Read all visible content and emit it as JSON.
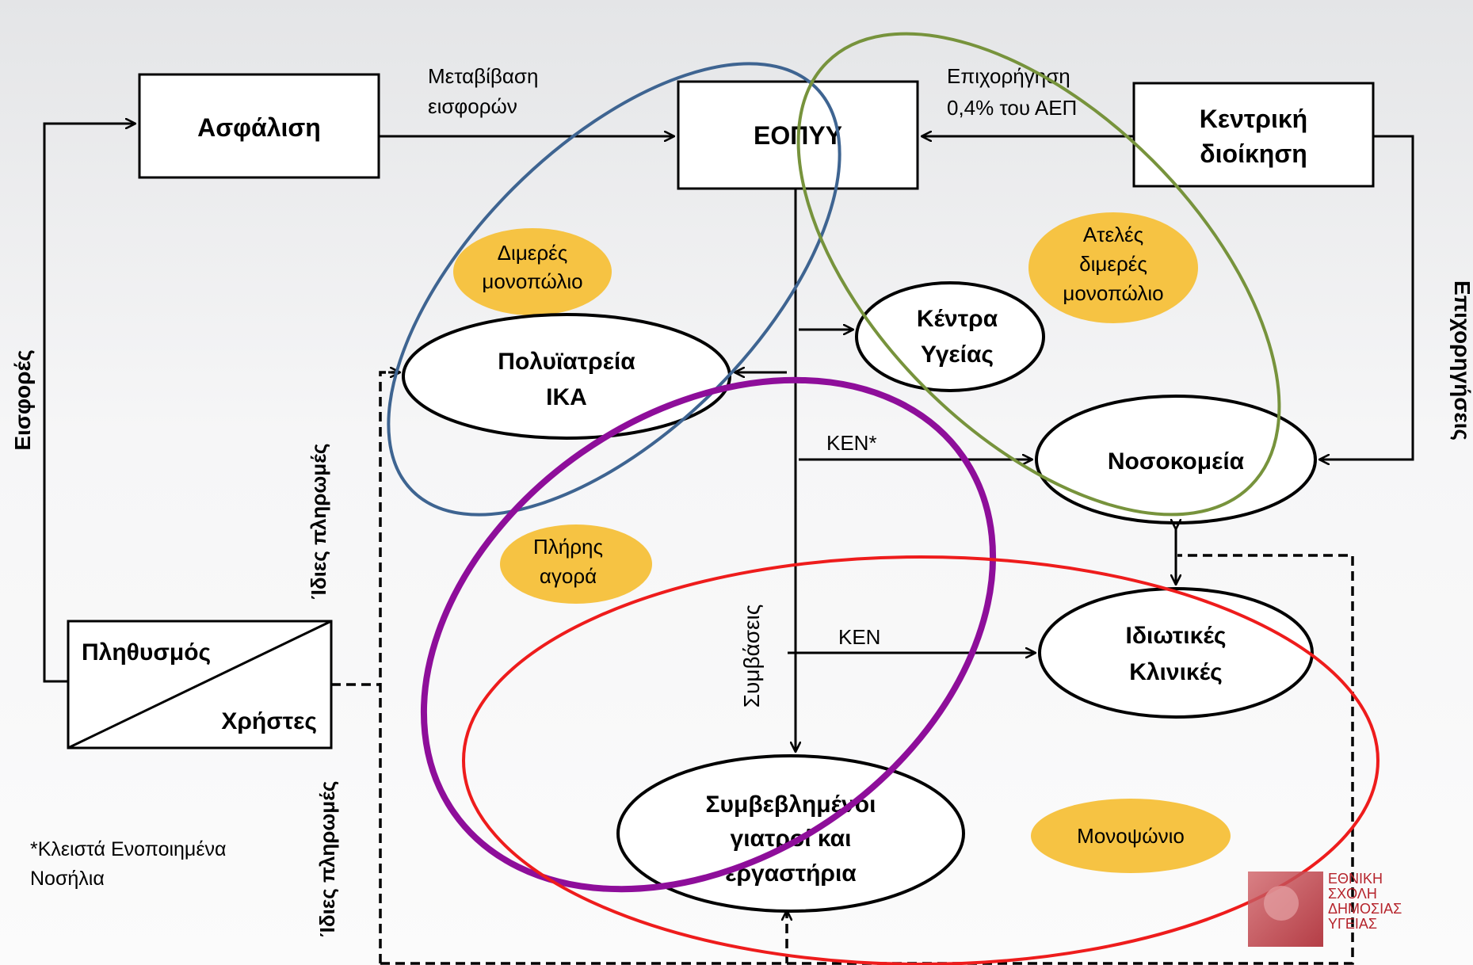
{
  "nodes": {
    "asfalisi": "Ασφάλιση",
    "eopyy": "ΕΟΠΥΥ",
    "kentriki_1": "Κεντρική",
    "kentriki_2": "διοίκηση",
    "plithysmos": "Πληθυσμός",
    "xristes": "Χρήστες",
    "polyiatreia_1": "Πολυϊατρεία",
    "polyiatreia_2": "ΙΚΑ",
    "kentra_1": "Κέντρα",
    "kentra_2": "Υγείας",
    "nosokomeia": "Νοσοκομεία",
    "idiotikes_1": "Ιδιωτικές",
    "idiotikes_2": "Κλινικές",
    "symvevl_1": "Συμβεβλημένοι",
    "symvevl_2": "γιατροί και",
    "symvevl_3": "εργαστήρια"
  },
  "edge_labels": {
    "metavivasi_1": "Μεταβίβαση",
    "metavivasi_2": "εισφορών",
    "epixorigisi_1": "Επιχορήγηση",
    "epixorigisi_2": "0,4% του ΑΕΠ",
    "eisfores": "Εισφορές",
    "epixorigiseis": "Επιχορηγήσεις",
    "idies_pliromes_top": "Ίδιες πληρωμές",
    "idies_pliromes_bottom": "Ίδιες πληρωμές",
    "symvaseis": "Συμβάσεις",
    "ken_star": "ΚΕΝ*",
    "ken": "ΚΕΝ"
  },
  "market_labels": {
    "dimeres_1": "Διμερές",
    "dimeres_2": "μονοπώλιο",
    "ateles_1": "Ατελές",
    "ateles_2": "διμερές",
    "ateles_3": "μονοπώλιο",
    "pliris_1": "Πλήρης",
    "pliris_2": "αγορά",
    "monopsonio": "Μονοψώνιο"
  },
  "footnote": {
    "line1": "*Κλειστά Ενοποιημένα",
    "line2": "Νοσήλια"
  },
  "logo": {
    "line1": "ΕΘΝΙΚΗ",
    "line2": "ΣΧΟΛΗ",
    "line3": "ΔΗΜΟΣΙΑΣ",
    "line4": "ΥΓΕΙΑΣ"
  },
  "colors": {
    "blue_ellipse": "#3e6491",
    "green_ellipse": "#77933c",
    "purple_ellipse": "#8e0e9a",
    "red_ellipse": "#ee1c1c",
    "badge_fill": "#f6c343",
    "logo_red": "#b5232b"
  }
}
